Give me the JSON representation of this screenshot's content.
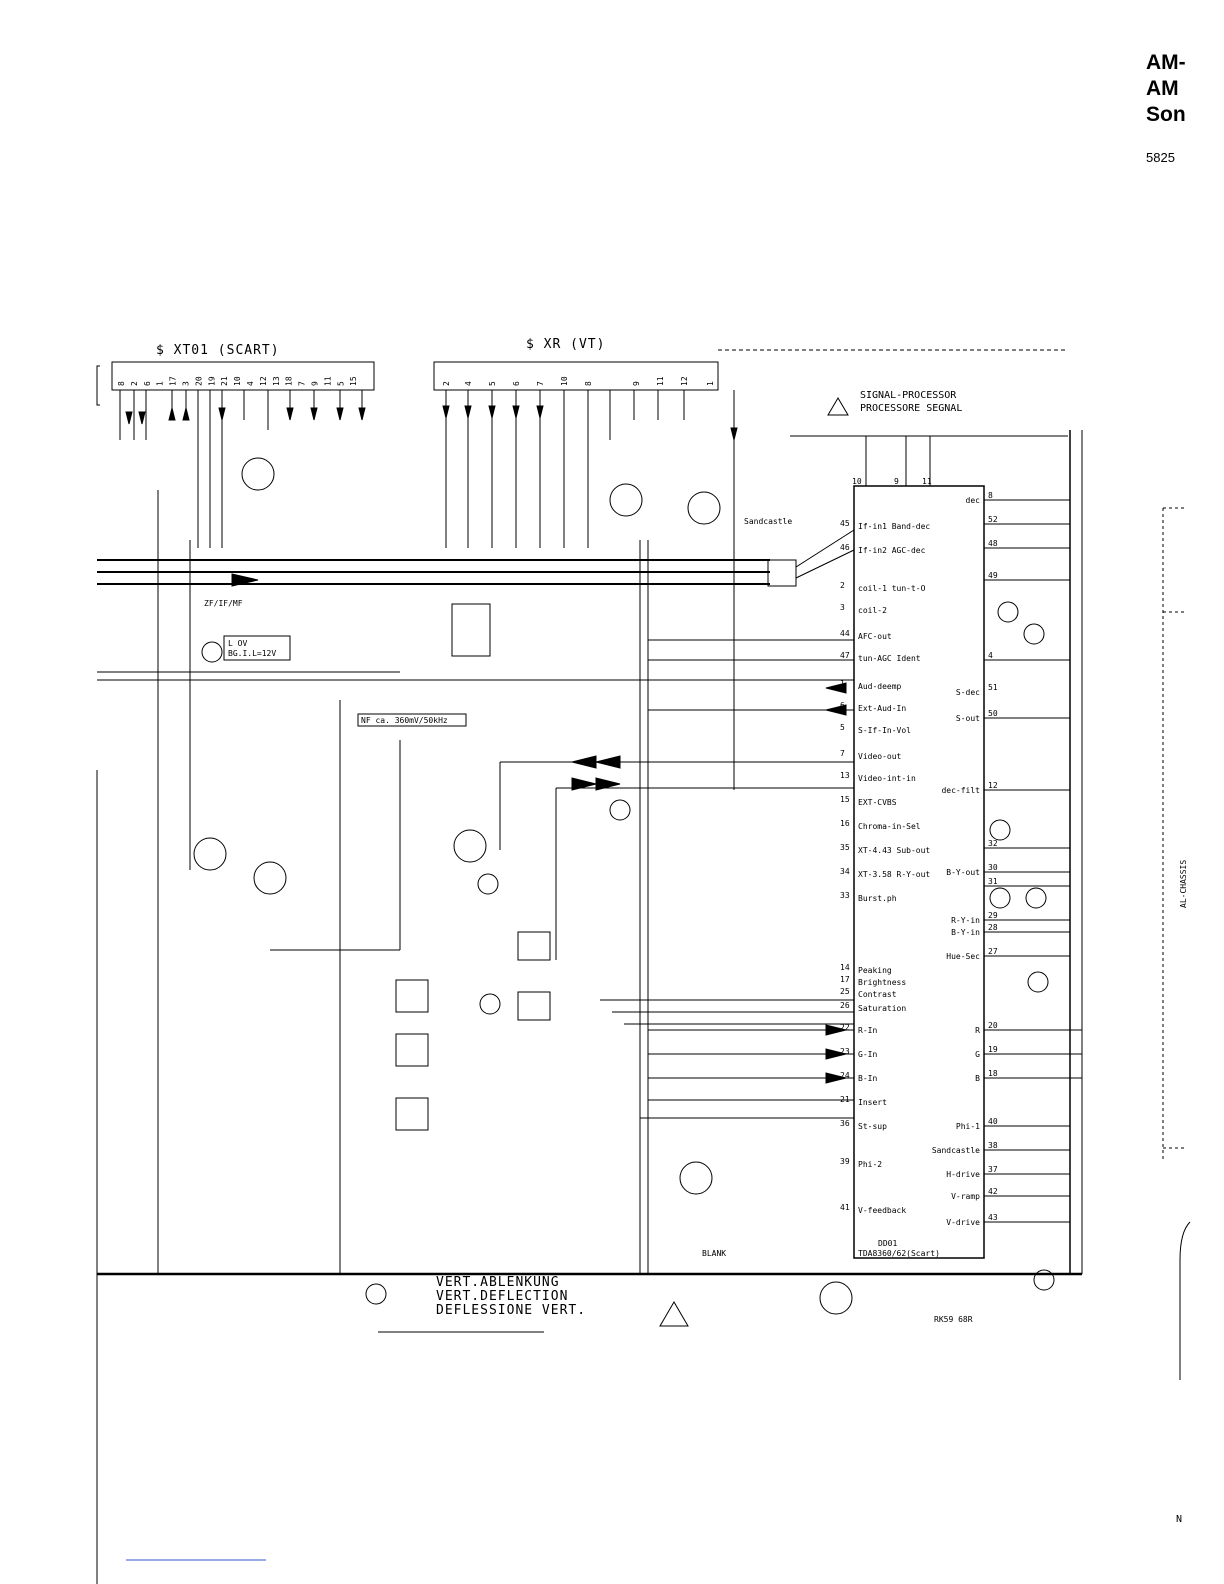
{
  "header": {
    "line1": "AM-",
    "line2": "AM",
    "line3": "Son",
    "code": "5825"
  },
  "connectors": {
    "scart": "$ XT01 (SCART)",
    "vt": "$ XR (VT)",
    "scart_pins": [
      "8",
      "2",
      "6",
      "1",
      "17",
      "3",
      "20",
      "19",
      "21",
      "10",
      "4",
      "12",
      "13",
      "18",
      "7",
      "9",
      "11",
      "5",
      "15"
    ],
    "vt_pins": [
      "2",
      "4",
      "5",
      "6",
      "7",
      "10",
      "8",
      "9",
      "11",
      "12",
      "1"
    ]
  },
  "ic": {
    "title_line1": "SIGNAL-PROCESSOR",
    "title_line2": "PROCESSORE SEGNAL",
    "part": "DD01",
    "type": "TDA8360/62(Scart)",
    "left_pins": [
      {
        "num": "45",
        "name": "If-in1 Band-dec"
      },
      {
        "num": "46",
        "name": "If-in2 AGC-dec"
      },
      {
        "num": "2",
        "name": "coil-1  tun-t-O"
      },
      {
        "num": "3",
        "name": "coil-2"
      },
      {
        "num": "44",
        "name": "AFC-out"
      },
      {
        "num": "47",
        "name": "tun-AGC  Ident"
      },
      {
        "num": "1",
        "name": "Aud-deemp"
      },
      {
        "num": "6",
        "name": "Ext-Aud-In"
      },
      {
        "num": "5",
        "name": "S-If-In-Vol"
      },
      {
        "num": "7",
        "name": "Video-out"
      },
      {
        "num": "13",
        "name": "Video-int-in"
      },
      {
        "num": "15",
        "name": "EXT-CVBS"
      },
      {
        "num": "16",
        "name": "Chroma-in-Sel"
      },
      {
        "num": "35",
        "name": "XT-4.43 Sub-out"
      },
      {
        "num": "34",
        "name": "XT-3.58 R-Y-out"
      },
      {
        "num": "33",
        "name": "Burst.ph"
      },
      {
        "num": "14",
        "name": "Peaking"
      },
      {
        "num": "17",
        "name": "Brightness"
      },
      {
        "num": "25",
        "name": "Contrast"
      },
      {
        "num": "26",
        "name": "Saturation"
      },
      {
        "num": "22",
        "name": "R-In"
      },
      {
        "num": "23",
        "name": "G-In"
      },
      {
        "num": "24",
        "name": "B-In"
      },
      {
        "num": "21",
        "name": "Insert"
      },
      {
        "num": "36",
        "name": "St-sup"
      },
      {
        "num": "39",
        "name": "Phi-2"
      },
      {
        "num": "41",
        "name": "V-feedback"
      }
    ],
    "right_pins": [
      {
        "num": "8",
        "name": "dec"
      },
      {
        "num": "52",
        "name": ""
      },
      {
        "num": "48",
        "name": ""
      },
      {
        "num": "49",
        "name": ""
      },
      {
        "num": "4",
        "name": ""
      },
      {
        "num": "51",
        "name": "S-dec"
      },
      {
        "num": "50",
        "name": "S-out"
      },
      {
        "num": "12",
        "name": "dec-filt"
      },
      {
        "num": "32",
        "name": ""
      },
      {
        "num": "30",
        "name": "B-Y-out"
      },
      {
        "num": "31",
        "name": ""
      },
      {
        "num": "29",
        "name": "R-Y-in"
      },
      {
        "num": "28",
        "name": "B-Y-in"
      },
      {
        "num": "27",
        "name": "Hue-Sec"
      },
      {
        "num": "20",
        "name": "R"
      },
      {
        "num": "19",
        "name": "G"
      },
      {
        "num": "18",
        "name": "B"
      },
      {
        "num": "40",
        "name": "Phi-1"
      },
      {
        "num": "38",
        "name": "Sandcastle"
      },
      {
        "num": "37",
        "name": "H-drive"
      },
      {
        "num": "42",
        "name": "V-ramp"
      },
      {
        "num": "43",
        "name": "V-drive"
      }
    ],
    "top_pins": [
      "10",
      "9",
      "11"
    ]
  },
  "labels": {
    "zf": "ZF/IF/MF",
    "nf": "NF ca. 360mV/50kHz",
    "tag12": "L OV\nBG.I.L=12V",
    "vert1": "VERT.ABLENKUNG",
    "vert2": "VERT.DEFLECTION",
    "vert3": "DEFLESSIONE VERT.",
    "sandcastle": "Sandcastle",
    "blank": "BLANK",
    "al_chassis": "AL-CHASSIS",
    "rk59": "RK59  68R",
    "right_n": "N"
  }
}
